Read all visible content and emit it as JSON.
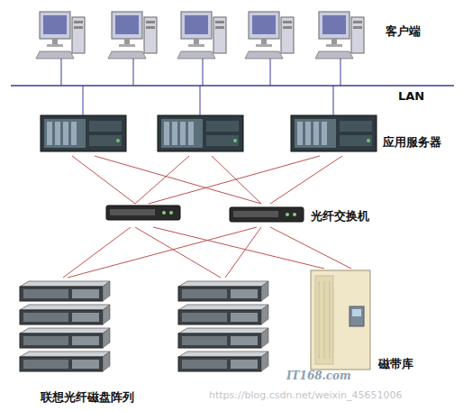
{
  "diagram": {
    "nodes": [
      {
        "text": [
          "客户端"
        ]
      },
      {
        "text": [
          "LAN"
        ]
      },
      {
        "text": [
          "应用服务器"
        ]
      },
      {
        "text": [
          "光纤交换机"
        ]
      },
      {
        "text": [
          "联想光纤磁盘阵列"
        ]
      },
      {
        "text": [
          "磁带库"
        ]
      }
    ],
    "edges": [
      {
        "from": 0,
        "to": 1,
        "arrow": "none"
      },
      {
        "from": 1,
        "to": 2,
        "arrow": "none"
      },
      {
        "from": 2,
        "to": 3,
        "arrow": "none"
      },
      {
        "from": 3,
        "to": 4,
        "arrow": "none"
      },
      {
        "from": 3,
        "to": 5,
        "arrow": "none"
      }
    ],
    "labels": [
      "IT168.com",
      "https://blog.csdn.net/weixin_45651006"
    ]
  }
}
